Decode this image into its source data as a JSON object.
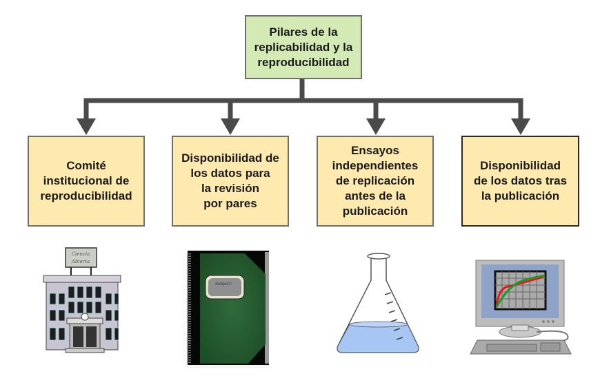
{
  "diagram": {
    "root": {
      "label": "Pilares de la\nreplicabilidad y la\nreproducibilidad",
      "color": "#d3eab4"
    },
    "children": [
      {
        "label": "Comité\ninstitucional de\nreproducibilidad",
        "icon": "building-icon"
      },
      {
        "label": "Disponibilidad de\nlos datos para\nla revisión\npor pares",
        "icon": "notebook-icon"
      },
      {
        "label": "Ensayos\nindependientes\nde replicación\nantes de la\npublicación",
        "icon": "flask-icon"
      },
      {
        "label": "Disponibilidad\nde los datos tras\nla publicación",
        "icon": "computer-icon"
      }
    ],
    "child_color": "#feeaae",
    "connector_color": "#4a4a4a"
  },
  "illustrations": {
    "building_sign": "Ciencia\nAbierta",
    "notebook_label": "Subject:"
  }
}
